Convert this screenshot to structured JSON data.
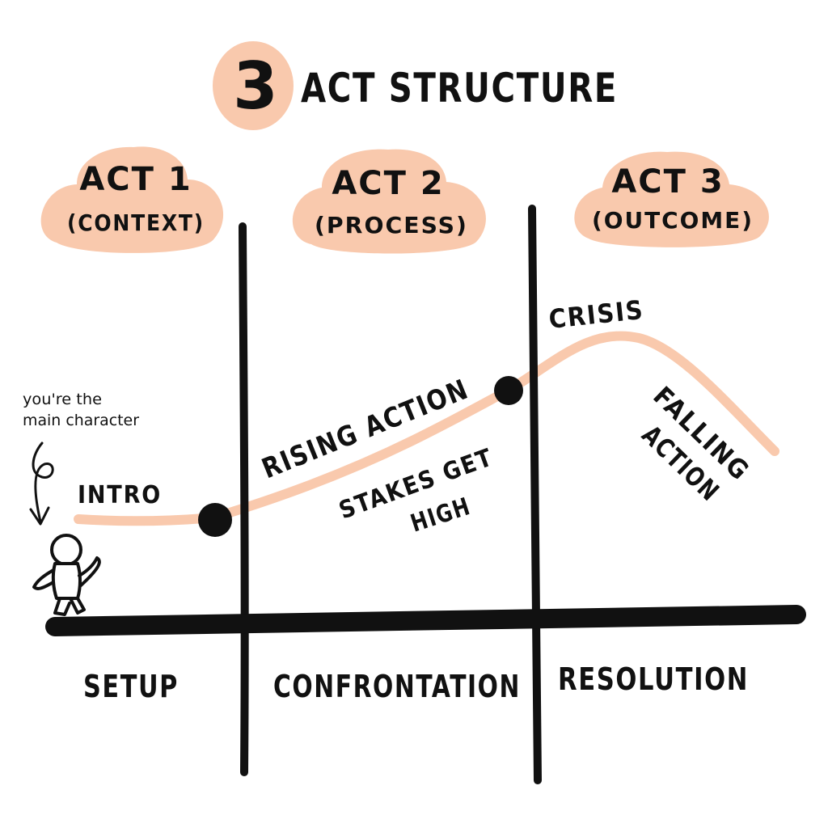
{
  "colors": {
    "accent": "#f9c9ad",
    "ink": "#111111",
    "background": "#ffffff"
  },
  "title": {
    "number": "3",
    "text": "ACT STRUCTURE"
  },
  "acts": [
    {
      "name": "ACT 1",
      "subtitle": "(CONTEXT)"
    },
    {
      "name": "ACT 2",
      "subtitle": "(PROCESS)"
    },
    {
      "name": "ACT 3",
      "subtitle": "(OUTCOME)"
    }
  ],
  "curve_labels": {
    "intro": "INTRO",
    "rising_action": "RISING ACTION",
    "stakes_line1": "STAKES GET",
    "stakes_line2": "HIGH",
    "crisis": "CRISIS",
    "falling_line1": "FALLING",
    "falling_line2": "ACTION"
  },
  "annotation": {
    "line1": "you're the",
    "line2": "main character"
  },
  "bottom_labels": [
    "SETUP",
    "CONFRONTATION",
    "RESOLUTION"
  ],
  "icons": {
    "character": "stick-figure-icon",
    "arrow": "curly-arrow-icon"
  }
}
